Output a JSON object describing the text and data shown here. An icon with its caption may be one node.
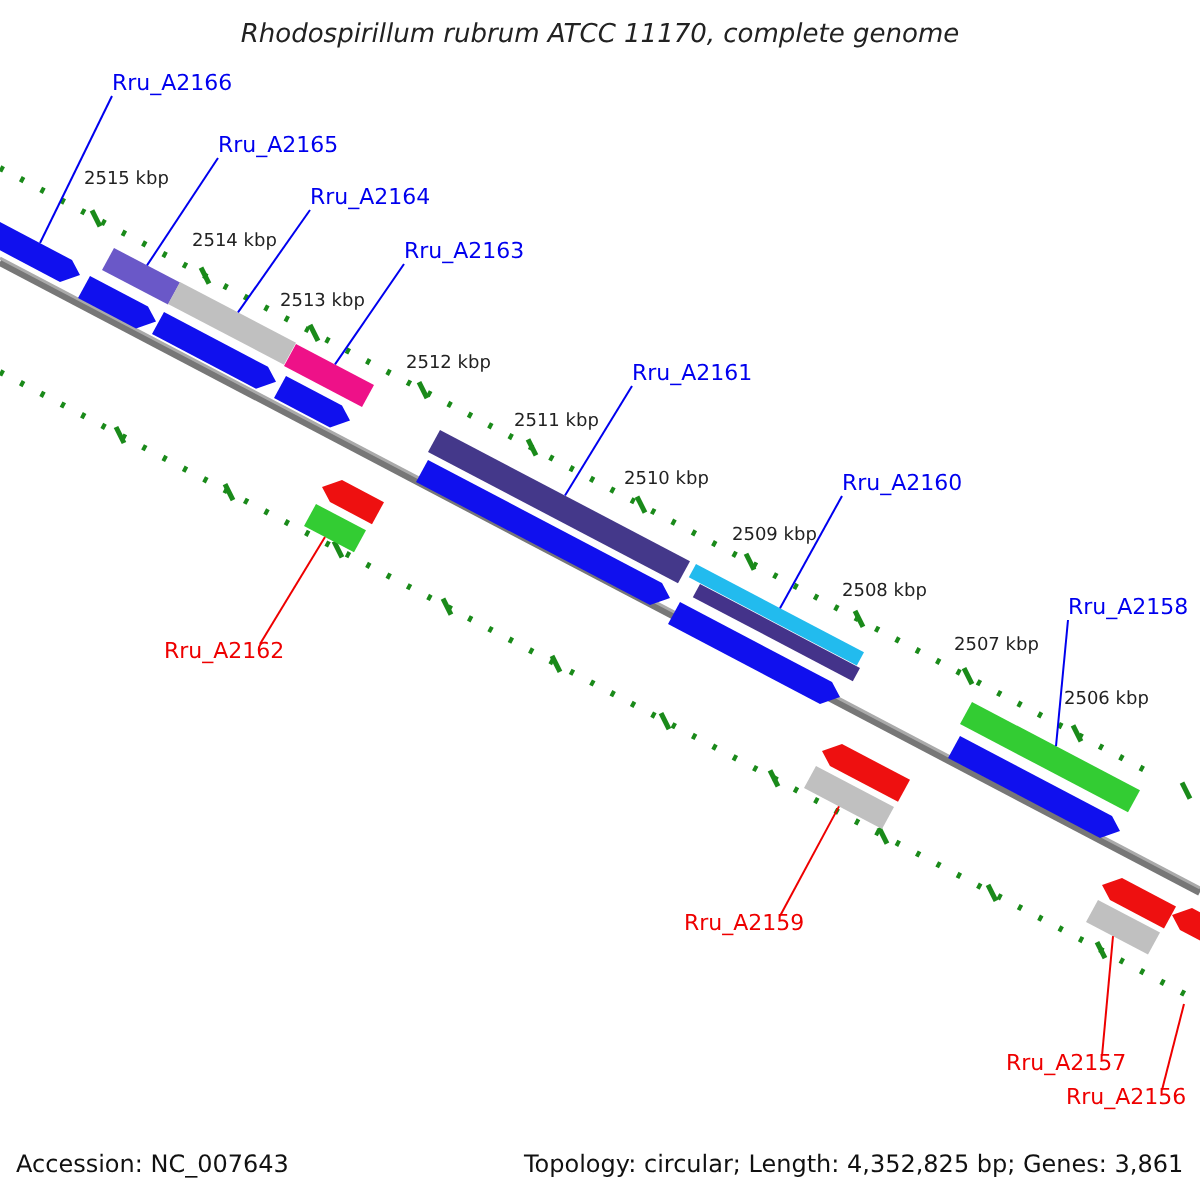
{
  "diagram": {
    "title": "Rhodospirillum rubrum ATCC 11170, complete genome",
    "nodes": [
      {
        "text": [
          "Rru_A2166"
        ]
      },
      {
        "text": [
          "Rru_A2165"
        ]
      },
      {
        "text": [
          "Rru_A2164"
        ]
      },
      {
        "text": [
          "Rru_A2163"
        ]
      },
      {
        "text": [
          "Rru_A2161"
        ]
      },
      {
        "text": [
          "Rru_A2160"
        ]
      },
      {
        "text": [
          "Rru_A2158"
        ]
      },
      {
        "text": [
          "Rru_A2162"
        ]
      },
      {
        "text": [
          "Rru_A2159"
        ]
      },
      {
        "text": [
          "Rru_A2157"
        ]
      },
      {
        "text": [
          "Rru_A2156"
        ]
      },
      {
        "text": [],
        "shape": "bar"
      },
      {
        "text": [],
        "shape": "bar"
      },
      {
        "text": [],
        "shape": "bar"
      },
      {
        "text": [],
        "shape": "bar"
      },
      {
        "text": [],
        "shape": "bar"
      },
      {
        "text": [],
        "shape": "bar"
      },
      {
        "text": [],
        "shape": "bar"
      },
      {
        "text": [],
        "shape": "bar"
      },
      {
        "text": [],
        "shape": "bar"
      },
      {
        "text": [],
        "shape": "bar"
      },
      {
        "text": [],
        "shape": "bar"
      },
      {
        "text": [],
        "shape": "bar"
      },
      {
        "text": [],
        "shape": "bar"
      },
      {
        "text": [],
        "shape": "bar"
      },
      {
        "text": [],
        "shape": "bar"
      },
      {
        "text": [],
        "shape": "bar"
      },
      {
        "text": [],
        "shape": "bar"
      },
      {
        "text": [],
        "shape": "bar"
      },
      {
        "text": [],
        "shape": "bar"
      },
      {
        "text": [],
        "shape": "bar"
      },
      {
        "text": [],
        "shape": "bar"
      }
    ],
    "edges": [
      {
        "from": 0,
        "to": 11,
        "arrow": "none"
      },
      {
        "from": 1,
        "to": 12,
        "arrow": "none"
      },
      {
        "from": 2,
        "to": 13,
        "arrow": "none"
      },
      {
        "from": 3,
        "to": 14,
        "arrow": "none"
      },
      {
        "from": 4,
        "to": 16,
        "arrow": "none"
      },
      {
        "from": 5,
        "to": 17,
        "arrow": "none"
      },
      {
        "from": 6,
        "to": 19,
        "arrow": "none"
      },
      {
        "from": 7,
        "to": 15,
        "arrow": "none",
        "color": "#ee0000"
      },
      {
        "from": 8,
        "to": 18,
        "arrow": "none",
        "color": "#ee0000"
      },
      {
        "from": 9,
        "to": 20,
        "arrow": "none",
        "color": "#ee0000"
      },
      {
        "from": 10,
        "to": null,
        "arrow": "none",
        "color": "#ee0000"
      }
    ],
    "labels": [
      "2515 kbp",
      "2514 kbp",
      "2513 kbp",
      "2512 kbp",
      "2511 kbp",
      "2510 kbp",
      "2509 kbp",
      "2508 kbp",
      "2507 kbp",
      "2506 kbp",
      "Accession: NC_007643",
      "Topology: circular; Length: 4,352,825 bp; Genes: 3,861"
    ]
  }
}
